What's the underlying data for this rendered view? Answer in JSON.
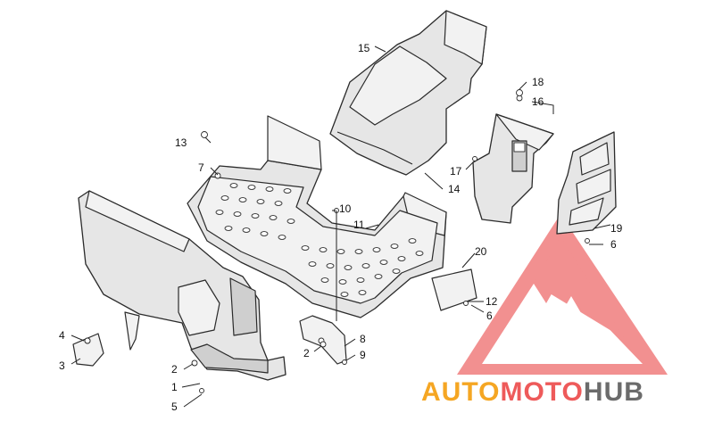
{
  "callouts": {
    "c1": "1",
    "c2a": "2",
    "c2b": "2",
    "c3": "3",
    "c4": "4",
    "c5": "5",
    "c6a": "6",
    "c6b": "6",
    "c7": "7",
    "c8": "8",
    "c9": "9",
    "c10": "10",
    "c11": "11",
    "c12": "12",
    "c13": "13",
    "c14": "14",
    "c15": "15",
    "c16": "16",
    "c17": "17",
    "c18": "18",
    "c19": "19",
    "c20": "20"
  },
  "watermark": {
    "part1": "AUTO",
    "part2": "MOTO",
    "part3": "HUB",
    "color_orange": "#f5a623",
    "color_red": "#ee5a5a",
    "color_gray": "#6b6b6b"
  }
}
